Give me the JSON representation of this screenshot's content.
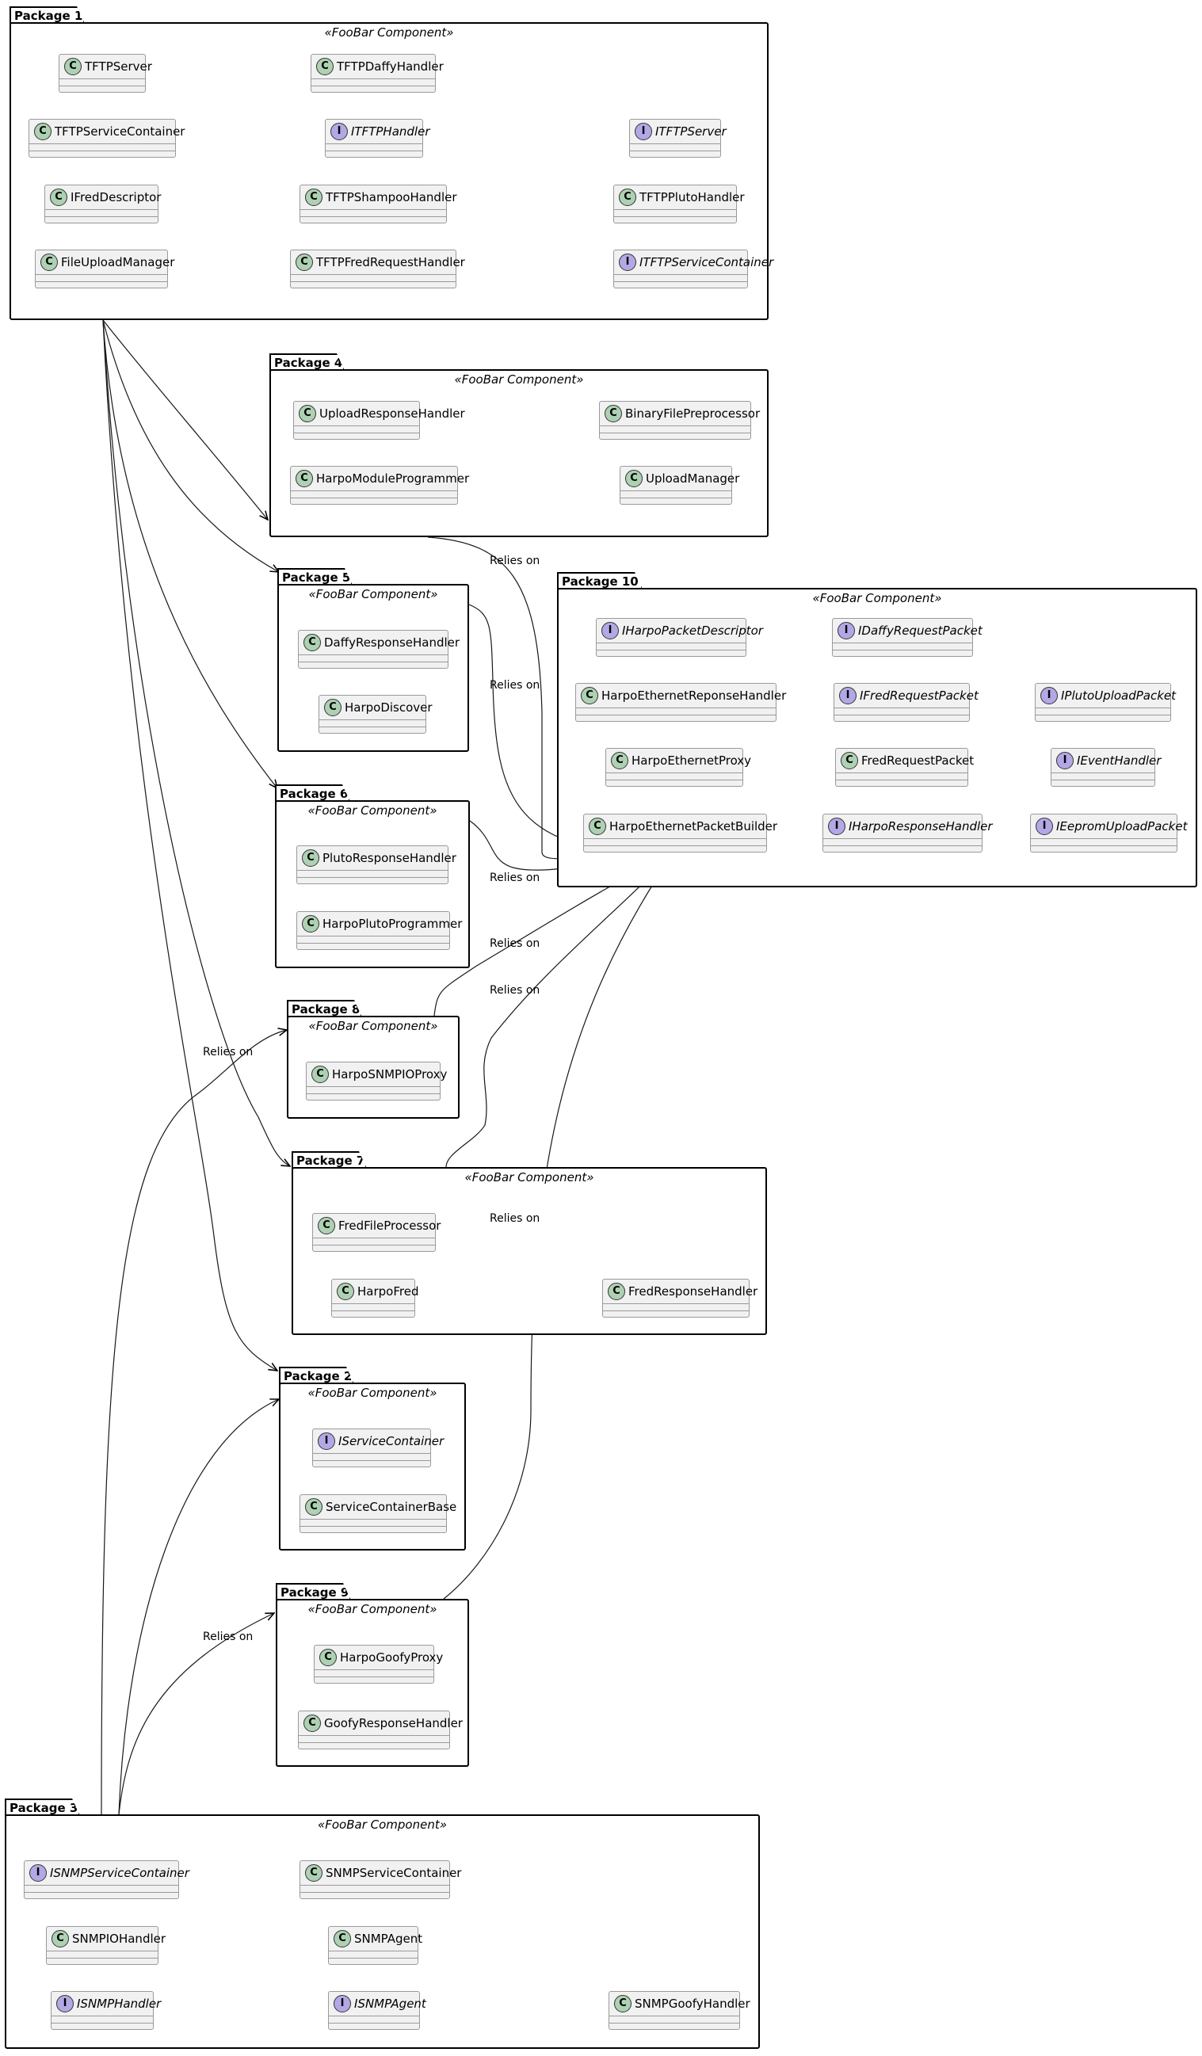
{
  "diagram": {
    "stereotype": "«FooBar Component»",
    "relation_label": "Relies on",
    "badge_class": "C",
    "badge_interface": "I",
    "packages": [
      {
        "id": "p1",
        "name": "Package 1",
        "classes": [
          {
            "name": "TFTPServer",
            "kind": "class"
          },
          {
            "name": "TFTPDaffyHandler",
            "kind": "class"
          },
          {
            "name": "TFTPServiceContainer",
            "kind": "class"
          },
          {
            "name": "ITFTPHandler",
            "kind": "interface"
          },
          {
            "name": "ITFTPServer",
            "kind": "interface"
          },
          {
            "name": "IFredDescriptor",
            "kind": "class"
          },
          {
            "name": "TFTPShampooHandler",
            "kind": "class"
          },
          {
            "name": "TFTPPlutoHandler",
            "kind": "class"
          },
          {
            "name": "FileUploadManager",
            "kind": "class"
          },
          {
            "name": "TFTPFredRequestHandler",
            "kind": "class"
          },
          {
            "name": "ITFTPServiceContainer",
            "kind": "interface"
          }
        ]
      },
      {
        "id": "p4",
        "name": "Package 4",
        "classes": [
          {
            "name": "UploadResponseHandler",
            "kind": "class"
          },
          {
            "name": "BinaryFilePreprocessor",
            "kind": "class"
          },
          {
            "name": "HarpoModuleProgrammer",
            "kind": "class"
          },
          {
            "name": "UploadManager",
            "kind": "class"
          }
        ]
      },
      {
        "id": "p5",
        "name": "Package 5",
        "classes": [
          {
            "name": "DaffyResponseHandler",
            "kind": "class"
          },
          {
            "name": "HarpoDiscover",
            "kind": "class"
          }
        ]
      },
      {
        "id": "p10",
        "name": "Package 10",
        "classes": [
          {
            "name": "IHarpoPacketDescriptor",
            "kind": "interface"
          },
          {
            "name": "IDaffyRequestPacket",
            "kind": "interface"
          },
          {
            "name": "HarpoEthernetReponseHandler",
            "kind": "class"
          },
          {
            "name": "IFredRequestPacket",
            "kind": "interface"
          },
          {
            "name": "IPlutoUploadPacket",
            "kind": "interface"
          },
          {
            "name": "HarpoEthernetProxy",
            "kind": "class"
          },
          {
            "name": "FredRequestPacket",
            "kind": "class"
          },
          {
            "name": "IEventHandler",
            "kind": "interface"
          },
          {
            "name": "HarpoEthernetPacketBuilder",
            "kind": "class"
          },
          {
            "name": "IHarpoResponseHandler",
            "kind": "interface"
          },
          {
            "name": "IEepromUploadPacket",
            "kind": "interface"
          }
        ]
      },
      {
        "id": "p6",
        "name": "Package 6",
        "classes": [
          {
            "name": "PlutoResponseHandler",
            "kind": "class"
          },
          {
            "name": "HarpoPlutoProgrammer",
            "kind": "class"
          }
        ]
      },
      {
        "id": "p8",
        "name": "Package 8",
        "classes": [
          {
            "name": "HarpoSNMPIOProxy",
            "kind": "class"
          }
        ]
      },
      {
        "id": "p7",
        "name": "Package 7",
        "classes": [
          {
            "name": "FredFileProcessor",
            "kind": "class"
          },
          {
            "name": "HarpoFred",
            "kind": "class"
          },
          {
            "name": "FredResponseHandler",
            "kind": "class"
          }
        ]
      },
      {
        "id": "p2",
        "name": "Package 2",
        "classes": [
          {
            "name": "IServiceContainer",
            "kind": "interface"
          },
          {
            "name": "ServiceContainerBase",
            "kind": "class"
          }
        ]
      },
      {
        "id": "p9",
        "name": "Package 9",
        "classes": [
          {
            "name": "HarpoGoofyProxy",
            "kind": "class"
          },
          {
            "name": "GoofyResponseHandler",
            "kind": "class"
          }
        ]
      },
      {
        "id": "p3",
        "name": "Package 3",
        "classes": [
          {
            "name": "ISNMPServiceContainer",
            "kind": "interface"
          },
          {
            "name": "SNMPServiceContainer",
            "kind": "class"
          },
          {
            "name": "SNMPIOHandler",
            "kind": "class"
          },
          {
            "name": "SNMPAgent",
            "kind": "class"
          },
          {
            "name": "ISNMPHandler",
            "kind": "interface"
          },
          {
            "name": "ISNMPAgent",
            "kind": "interface"
          },
          {
            "name": "SNMPGoofyHandler",
            "kind": "class"
          }
        ]
      }
    ],
    "dependencies": [
      {
        "from": "Package 1",
        "to": "Package 4",
        "label": ""
      },
      {
        "from": "Package 1",
        "to": "Package 5",
        "label": ""
      },
      {
        "from": "Package 1",
        "to": "Package 6",
        "label": ""
      },
      {
        "from": "Package 1",
        "to": "Package 7",
        "label": ""
      },
      {
        "from": "Package 1",
        "to": "Package 2",
        "label": ""
      },
      {
        "from": "Package 4",
        "to": "Package 10",
        "label": "Relies on"
      },
      {
        "from": "Package 5",
        "to": "Package 10",
        "label": "Relies on"
      },
      {
        "from": "Package 6",
        "to": "Package 10",
        "label": "Relies on"
      },
      {
        "from": "Package 8",
        "to": "Package 10",
        "label": "Relies on"
      },
      {
        "from": "Package 7",
        "to": "Package 10",
        "label": "Relies on"
      },
      {
        "from": "Package 9",
        "to": "Package 10",
        "label": "Relies on"
      },
      {
        "from": "Package 3",
        "to": "Package 8",
        "label": "Relies on"
      },
      {
        "from": "Package 3",
        "to": "Package 2",
        "label": ""
      },
      {
        "from": "Package 3",
        "to": "Package 9",
        "label": "Relies on"
      }
    ]
  }
}
